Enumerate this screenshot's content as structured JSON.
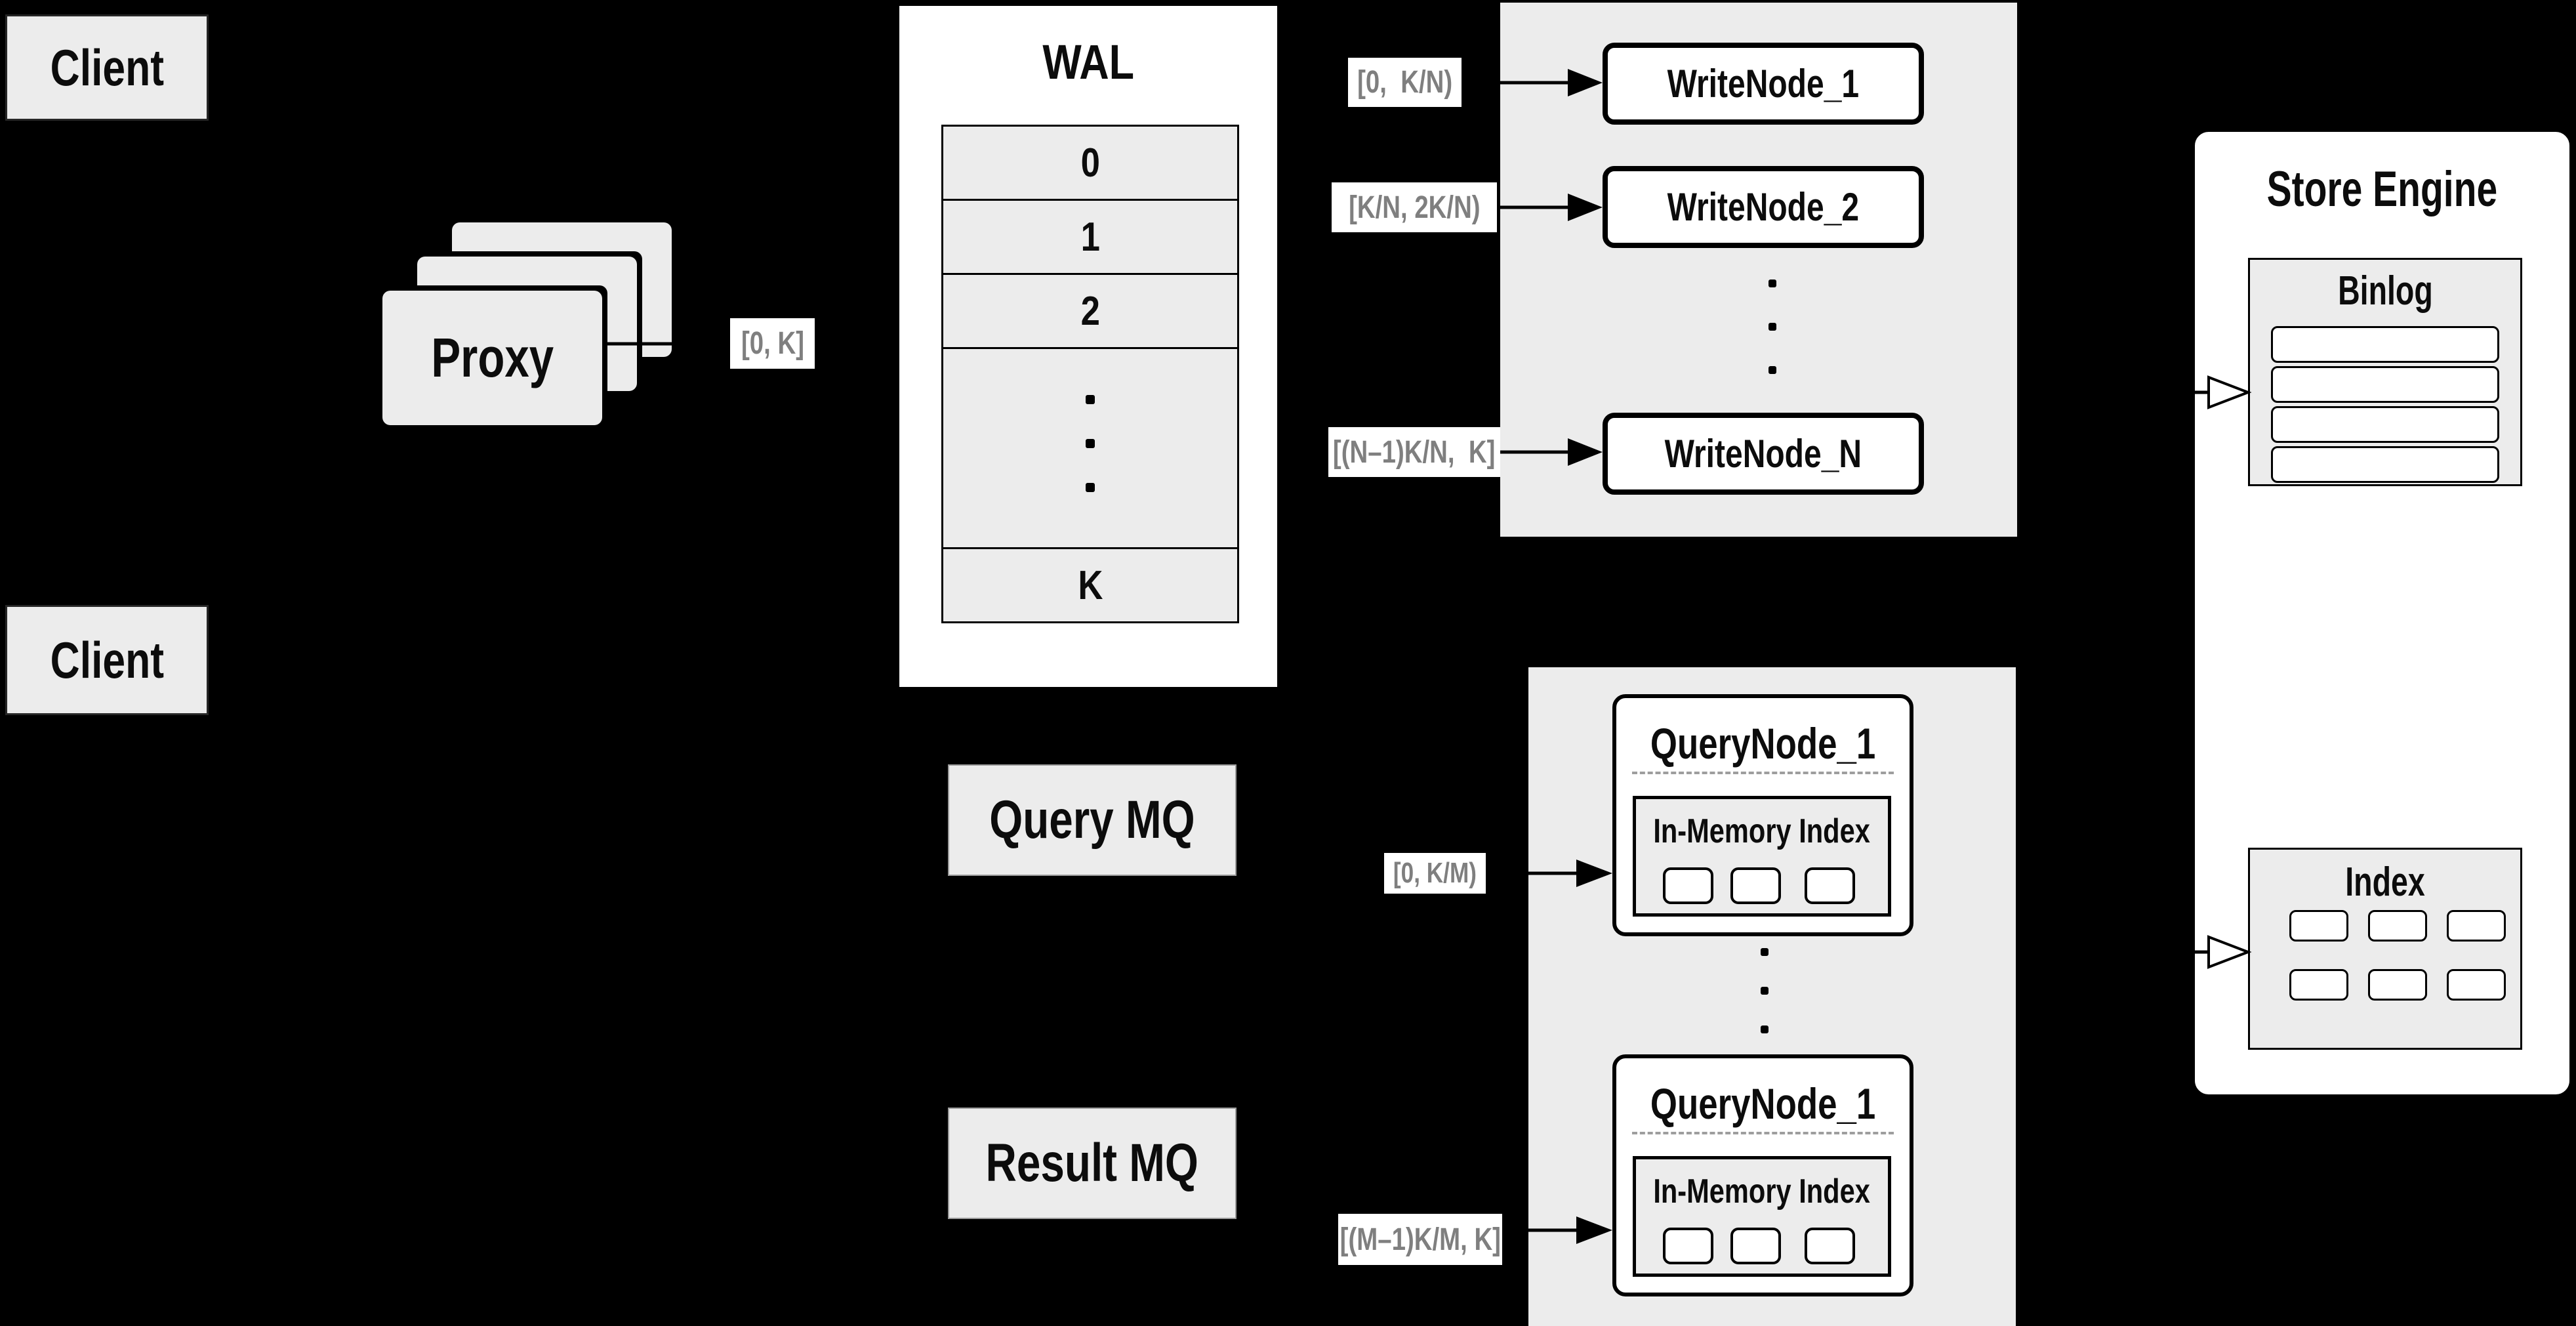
{
  "diagram": {
    "clients": {
      "top": "Client",
      "bottom": "Client"
    },
    "proxy": {
      "label": "Proxy"
    },
    "wal": {
      "title": "WAL",
      "slots": [
        "0",
        "1",
        "2"
      ],
      "last_slot": "K"
    },
    "ranges": {
      "proxy_to_wal": "[0, K]",
      "write_node_1": "[0,  K/N)",
      "write_node_2": "[K/N, 2K/N)",
      "write_node_n": "[(N–1)K/N,  K]",
      "query_node_1": "[0, K/M)",
      "query_node_m": "[(M–1)K/M, K]"
    },
    "write_nodes": [
      "WriteNode_1",
      "WriteNode_2",
      "WriteNode_N"
    ],
    "store_engine": {
      "title": "Store Engine",
      "binlog_title": "Binlog",
      "index_title": "Index"
    },
    "mq": {
      "query": "Query MQ",
      "result": "Result MQ"
    },
    "query_nodes": [
      {
        "title": "QueryNode_1",
        "memory_label": "In-Memory Index"
      },
      {
        "title": "QueryNode_1",
        "memory_label": "In-Memory Index"
      }
    ],
    "colors": {
      "background": "#000000",
      "panel_gray": "#ececec",
      "box_white": "#ffffff",
      "line_black": "#000000",
      "range_text_gray": "#7f7f7f",
      "dashed_gray": "#9e9e9e"
    }
  }
}
